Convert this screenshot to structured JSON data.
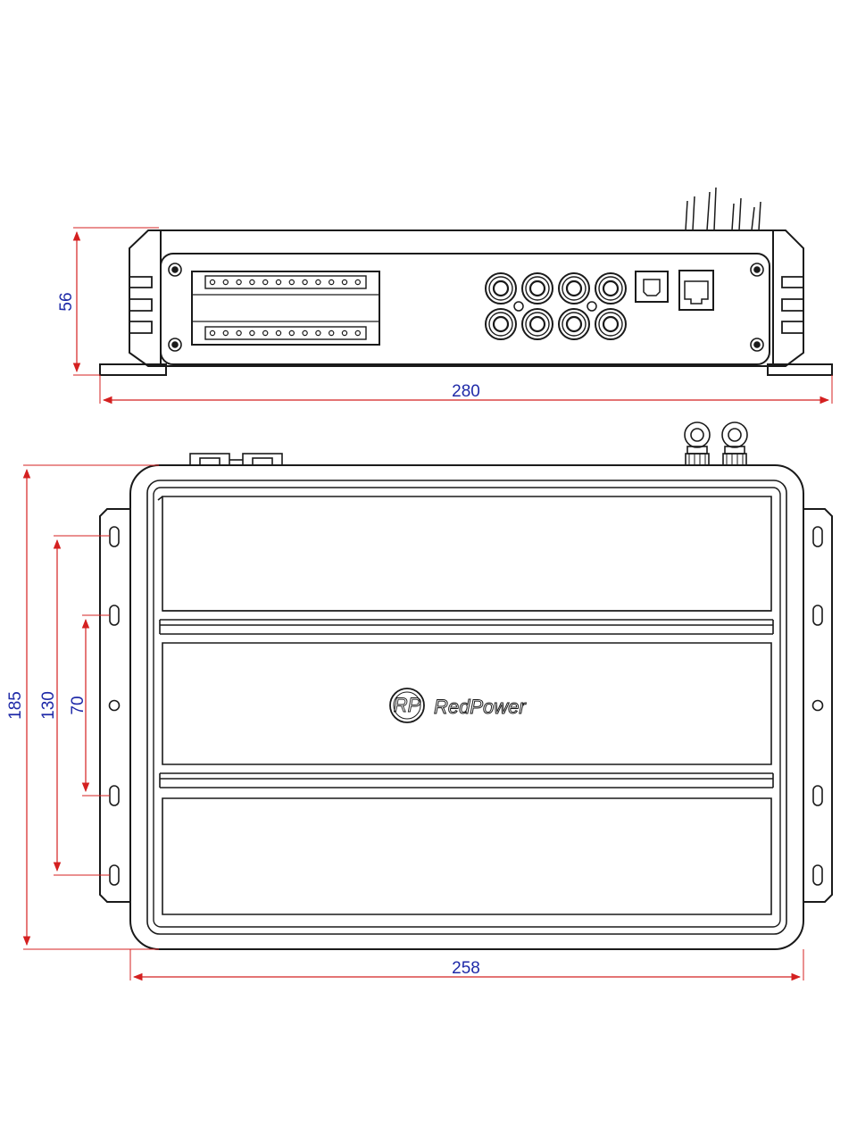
{
  "dimensions": {
    "front_height": "56",
    "front_width": "280",
    "top_depth": "185",
    "mount_outer": "130",
    "mount_inner": "70",
    "top_width": "258"
  },
  "logo": {
    "brand": "RedPower",
    "mark": "RP"
  },
  "colors": {
    "outline": "#1a1a1a",
    "dimension_line": "#d42020",
    "dimension_text": "#1f2aa8",
    "background": "#ffffff"
  }
}
